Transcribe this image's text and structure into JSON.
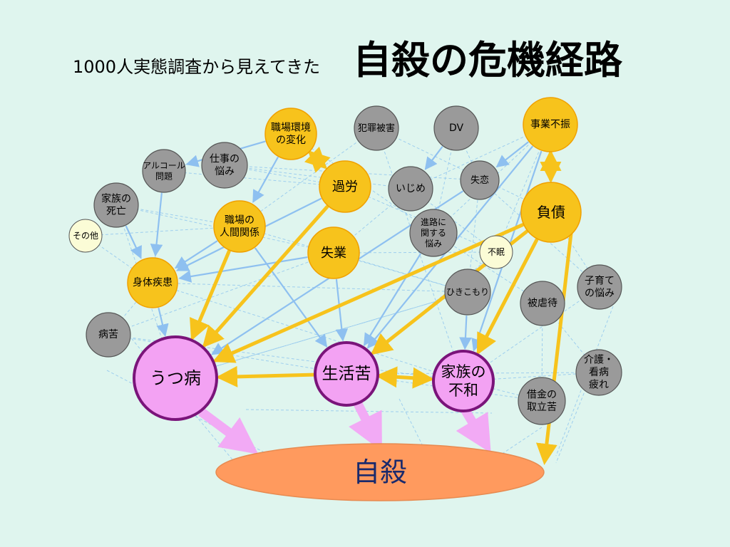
{
  "title": {
    "subtitle": "1000人実態調査から見えてきた",
    "main": "自殺の危機経路"
  },
  "colors": {
    "background": "#dff5ee",
    "primary_factor": "#f7c31c",
    "primary_factor_stroke": "#f0a000",
    "secondary_factor": "#9a9a9a",
    "minor_factor": "#fbfcd6",
    "final_factor": "#f3a2f3",
    "final_factor_stroke": "#7a147a",
    "suicide": "#ff9a5e",
    "arrow_blue": "#8ec0f0",
    "arrow_orange": "#f7c31c",
    "arrow_pink": "#f2aaf5",
    "line_dashed": "#8ec5ee"
  },
  "nodes": {
    "workplace_change": [
      "職場環境",
      "の変化"
    ],
    "crime_victim": [
      "犯罪被害"
    ],
    "dv": [
      "DV"
    ],
    "business_slump": [
      "事業不振"
    ],
    "alcohol": [
      "アルコール",
      "問題"
    ],
    "work_worry": [
      "仕事の",
      "悩み"
    ],
    "overwork": [
      "過労"
    ],
    "bullying": [
      "いじめ"
    ],
    "heartbreak": [
      "失恋"
    ],
    "debt": [
      "負債"
    ],
    "family_death": [
      "家族の",
      "死亡"
    ],
    "other": [
      "その他"
    ],
    "workplace_relations": [
      "職場の",
      "人間関係"
    ],
    "career_worry": [
      "進路に",
      "関する",
      "悩み"
    ],
    "unemployment": [
      "失業"
    ],
    "insomnia": [
      "不眠"
    ],
    "physical_illness": [
      "身体疾患"
    ],
    "withdrawal": [
      "ひきこもり"
    ],
    "abuse": [
      "被虐待"
    ],
    "childcare_worry": [
      "子育て",
      "の悩み"
    ],
    "illness_pain": [
      "病苦"
    ],
    "care_fatigue": [
      "介護・",
      "看病",
      "疲れ"
    ],
    "depression": [
      "うつ病"
    ],
    "living_hardship": [
      "生活苦"
    ],
    "family_discord": [
      "家族の",
      "不和"
    ],
    "loan_collection": [
      "借金の",
      "取立苦"
    ],
    "suicide": [
      "自殺"
    ]
  }
}
